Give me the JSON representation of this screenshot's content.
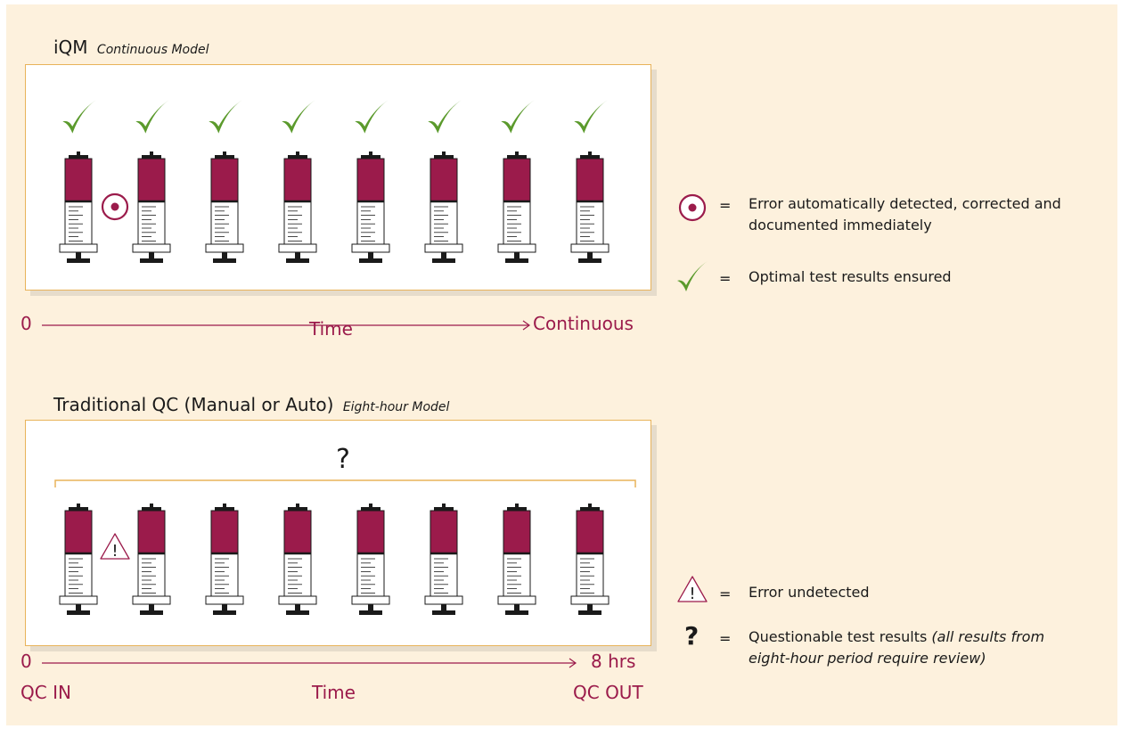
{
  "top": {
    "title": "iQM",
    "subtitle": "Continuous Model",
    "timeline": {
      "start": "0",
      "end": "Continuous",
      "axis": "Time"
    },
    "syringe_count": 8,
    "error_after_index": 0
  },
  "bottom": {
    "title": "Traditional QC (Manual or Auto)",
    "subtitle": "Eight-hour Model",
    "question_mark": "?",
    "warning_mark": "!",
    "timeline": {
      "start": "0",
      "end": "8 hrs",
      "axis": "Time",
      "start_label": "QC IN",
      "end_label": "QC OUT"
    },
    "syringe_count": 8,
    "warning_after_index": 0
  },
  "legend": {
    "equals": "=",
    "error_detected": "Error automatically detected, corrected and documented immediately",
    "optimal": "Optimal test results ensured",
    "undetected": "Error undetected",
    "question_glyph": "?",
    "warning_glyph": "!",
    "questionable_prefix": "Questionable test results ",
    "questionable_note": "(all results from eight-hour period require review)"
  },
  "colors": {
    "crimson": "#9b1b4b",
    "green": "#5b9a2c",
    "panel_border": "#e8b35a",
    "background": "#fdf1dd"
  },
  "icons": {
    "check": "check-icon",
    "error": "target-circle-icon",
    "warning": "warning-triangle-icon",
    "question": "question-mark-icon"
  }
}
